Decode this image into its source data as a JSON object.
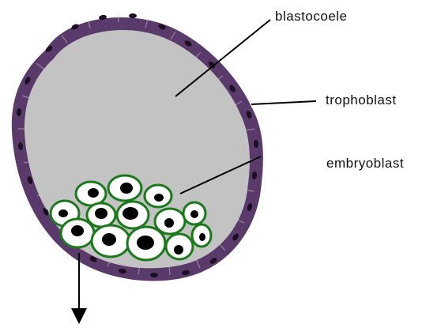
{
  "labels": {
    "blastocoele": "blastocoele",
    "trophoblast": "trophoblast",
    "embryoblast": "embryoblast"
  },
  "colors": {
    "cavity": "#c3c3c3",
    "trophoblast_cell": "#5a3a6a",
    "trophoblast_nucleus": "#1a1020",
    "embryoblast_fill": "#ffffff",
    "embryoblast_outline": "#1a7a1a",
    "embryoblast_nucleus": "#000000",
    "leader_line": "#000000"
  }
}
